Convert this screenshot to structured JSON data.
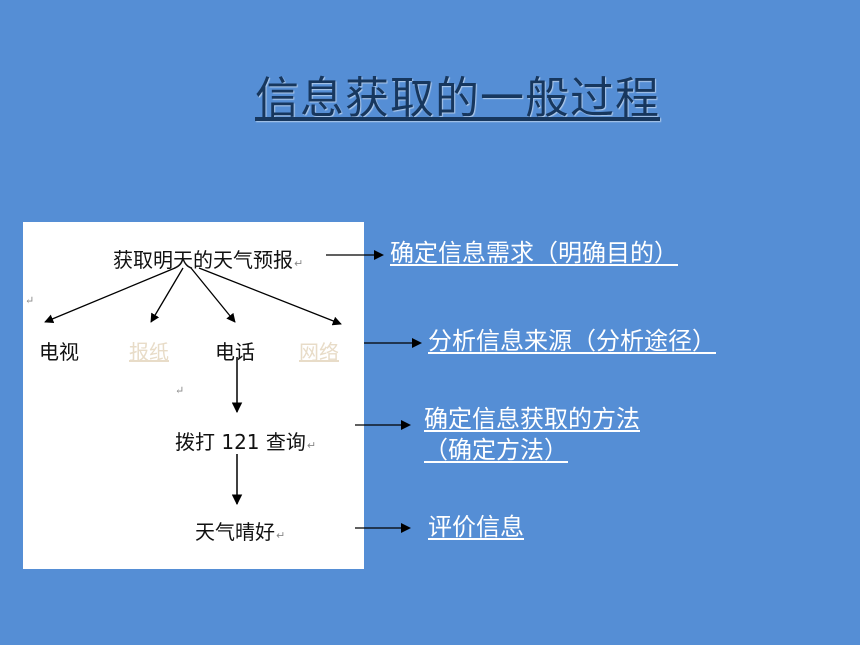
{
  "title": "信息获取的一般过程",
  "tree": {
    "root": "获取明天的天气预报",
    "branches": [
      "电视",
      "报纸",
      "电话",
      "网络"
    ],
    "query": "拨打 121 查询",
    "result": "天气晴好",
    "return_mark": "↵"
  },
  "steps": [
    {
      "text": "确定信息需求（明确目的）"
    },
    {
      "text": "分析信息来源（分析途径）"
    },
    {
      "line1": "确定信息获取的方法",
      "line2": "（确定方法）"
    },
    {
      "text": "评价信息"
    }
  ],
  "colors": {
    "background": "#558ed5",
    "title": "#17375e",
    "step_text": "#ffffff",
    "panel": "#ffffff",
    "faded_branch": "#e8dcc8"
  }
}
